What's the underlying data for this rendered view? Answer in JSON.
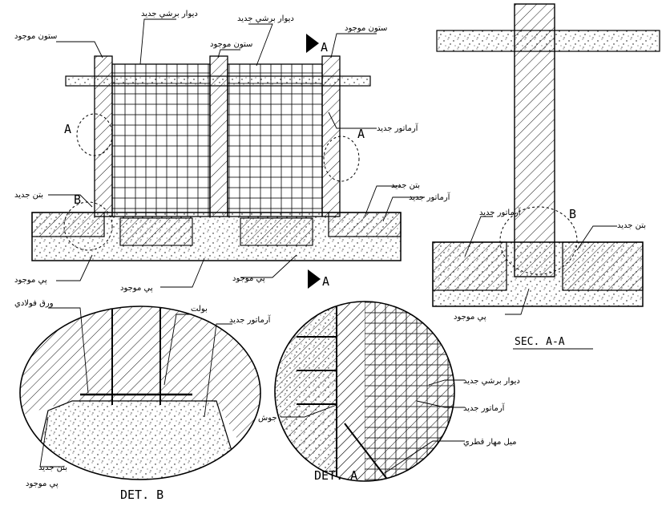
{
  "labels": {
    "existing_column_left": "ستون موجود",
    "new_shear_wall_1": "ديوار برشي جديد",
    "new_shear_wall_2": "ديوار برشي جديد",
    "existing_column_middle": "ستون موجود",
    "existing_column_right": "ستون موجود",
    "new_rebar_main": "آرماتور جديد",
    "new_concrete_left": "بتن جديد",
    "new_concrete_right": "بتن جديد",
    "new_rebar_right": "آرماتور جديد",
    "existing_footing_1": "پي موجود",
    "existing_footing_2": "پي موجود",
    "existing_footing_3": "پي موجود",
    "detail_a_marker_left": "A",
    "detail_a_marker_right": "A",
    "detail_b_marker": "B",
    "section_mark_top": "A",
    "section_mark_bottom": "A",
    "sec_detail_b_marker": "B",
    "sec_new_rebar": "آرماتور جديد",
    "sec_new_concrete": "بتن جديد",
    "sec_existing_footing": "پي موجود",
    "sec_title": "SEC. A-A",
    "detb_steel_plate": "ورق فولادي",
    "detb_bolt": "بولت",
    "detb_new_rebar": "آرماتور جديد",
    "detb_new_concrete": "بتن جديد",
    "detb_existing_footing": "پي موجود",
    "detb_title": "DET. B",
    "deta_new_shear_wall": "ديوار برشي جديد",
    "deta_new_rebar": "آرماتور جديد",
    "deta_anchor": "جوش",
    "deta_dowel": "ميل مهار قطري",
    "deta_title": "DET. A"
  },
  "colors": {
    "ink": "#000000",
    "paper": "#ffffff"
  }
}
